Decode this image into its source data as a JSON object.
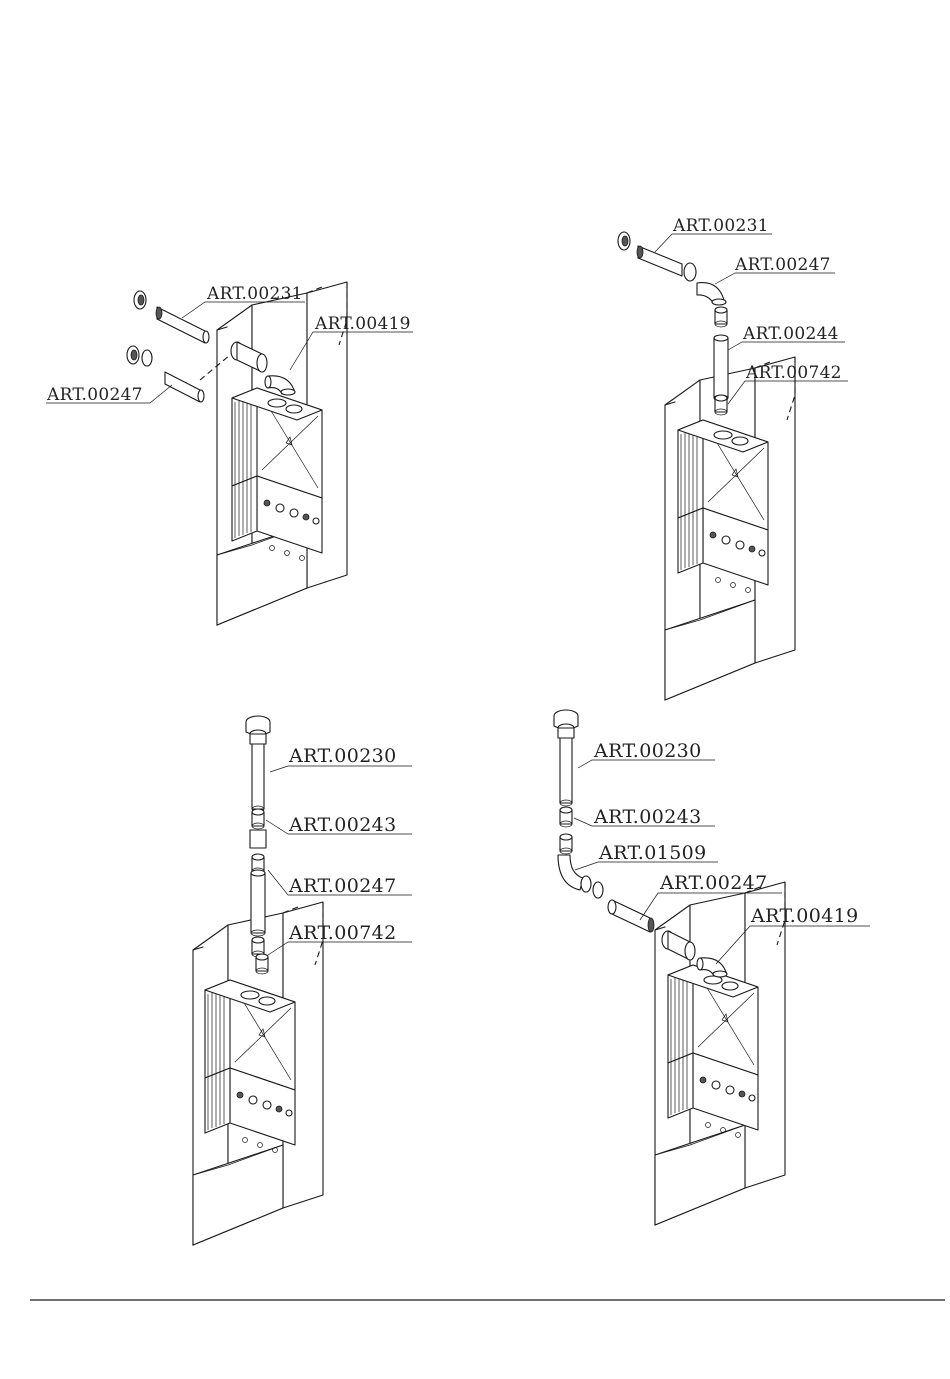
{
  "labels": {
    "fig1": {
      "top": "ART.00231",
      "elbow": "ART.00419",
      "left": "ART.00247"
    },
    "fig2": {
      "top": "ART.00231",
      "elbow": "ART.00244",
      "ext": "ART.00247",
      "adapter": "ART.00742"
    },
    "fig3": {
      "terminal": "ART.00230",
      "reducer": "ART.00243",
      "ext": "ART.00247",
      "adapter": "ART.00742"
    },
    "fig4": {
      "terminal": "ART.00230",
      "reducer": "ART.00243",
      "bend": "ART.01509",
      "ext": "ART.00247",
      "elbow": "ART.00419"
    }
  }
}
